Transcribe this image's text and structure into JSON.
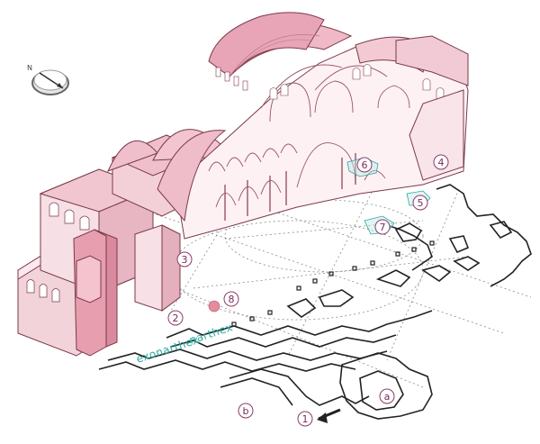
{
  "compass": {
    "north_label": "N"
  },
  "markers": [
    {
      "id": "m1",
      "label": "1"
    },
    {
      "id": "m2",
      "label": "2"
    },
    {
      "id": "m3",
      "label": "3"
    },
    {
      "id": "m4",
      "label": "4"
    },
    {
      "id": "m5",
      "label": "5"
    },
    {
      "id": "m6",
      "label": "6"
    },
    {
      "id": "m7",
      "label": "7"
    },
    {
      "id": "m8",
      "label": "8"
    },
    {
      "id": "ma",
      "label": "a"
    },
    {
      "id": "mb",
      "label": "b"
    }
  ],
  "zones": {
    "narthex": "narthex",
    "exonarthex": "exonarthex"
  },
  "colors": {
    "building_fill": "#f2d3da",
    "building_shade": "#d99aa8",
    "building_light": "#fbe9ee",
    "outline": "#7a3a4a",
    "plan_line": "#333333",
    "dashed_line": "#888888",
    "marker_ring": "#8a3b6b",
    "zone_text": "#2aa7a0",
    "baptismal_sphere": "#e58b9e"
  }
}
